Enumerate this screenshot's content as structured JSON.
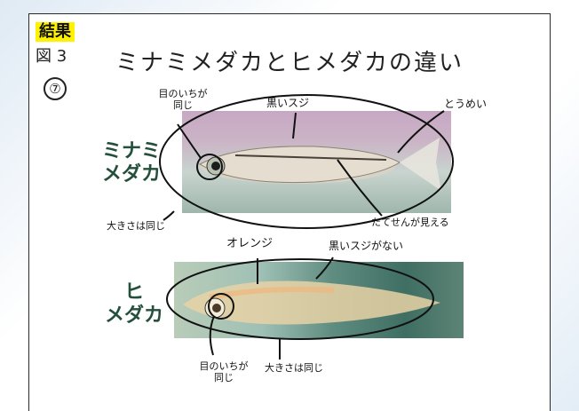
{
  "slide": {
    "heading": "結果",
    "figure_label": "図 3",
    "title": "ミナミメダカとヒメダカの違い",
    "item_number": "⑦"
  },
  "top_section": {
    "species_line1": "ミナミ",
    "species_line2": "メダカ",
    "notes": {
      "eye_position_line1": "目のいちが",
      "eye_position_line2": "同じ",
      "black_stripe": "黒いスジ",
      "transparent": "とうめい",
      "vertical_line": "たてせんが見える",
      "size_same": "大きさは同じ"
    }
  },
  "bottom_section": {
    "species_line1": "ヒ",
    "species_line2": "メダカ",
    "notes": {
      "orange": "オレンジ",
      "no_black_stripe": "黒いスジがない",
      "eye_position_line1": "目のいちが",
      "eye_position_line2": "同じ",
      "size_same": "大きさは同じ"
    }
  },
  "colors": {
    "heading_highlight": "#fff200",
    "species_label": "#244f3b"
  }
}
